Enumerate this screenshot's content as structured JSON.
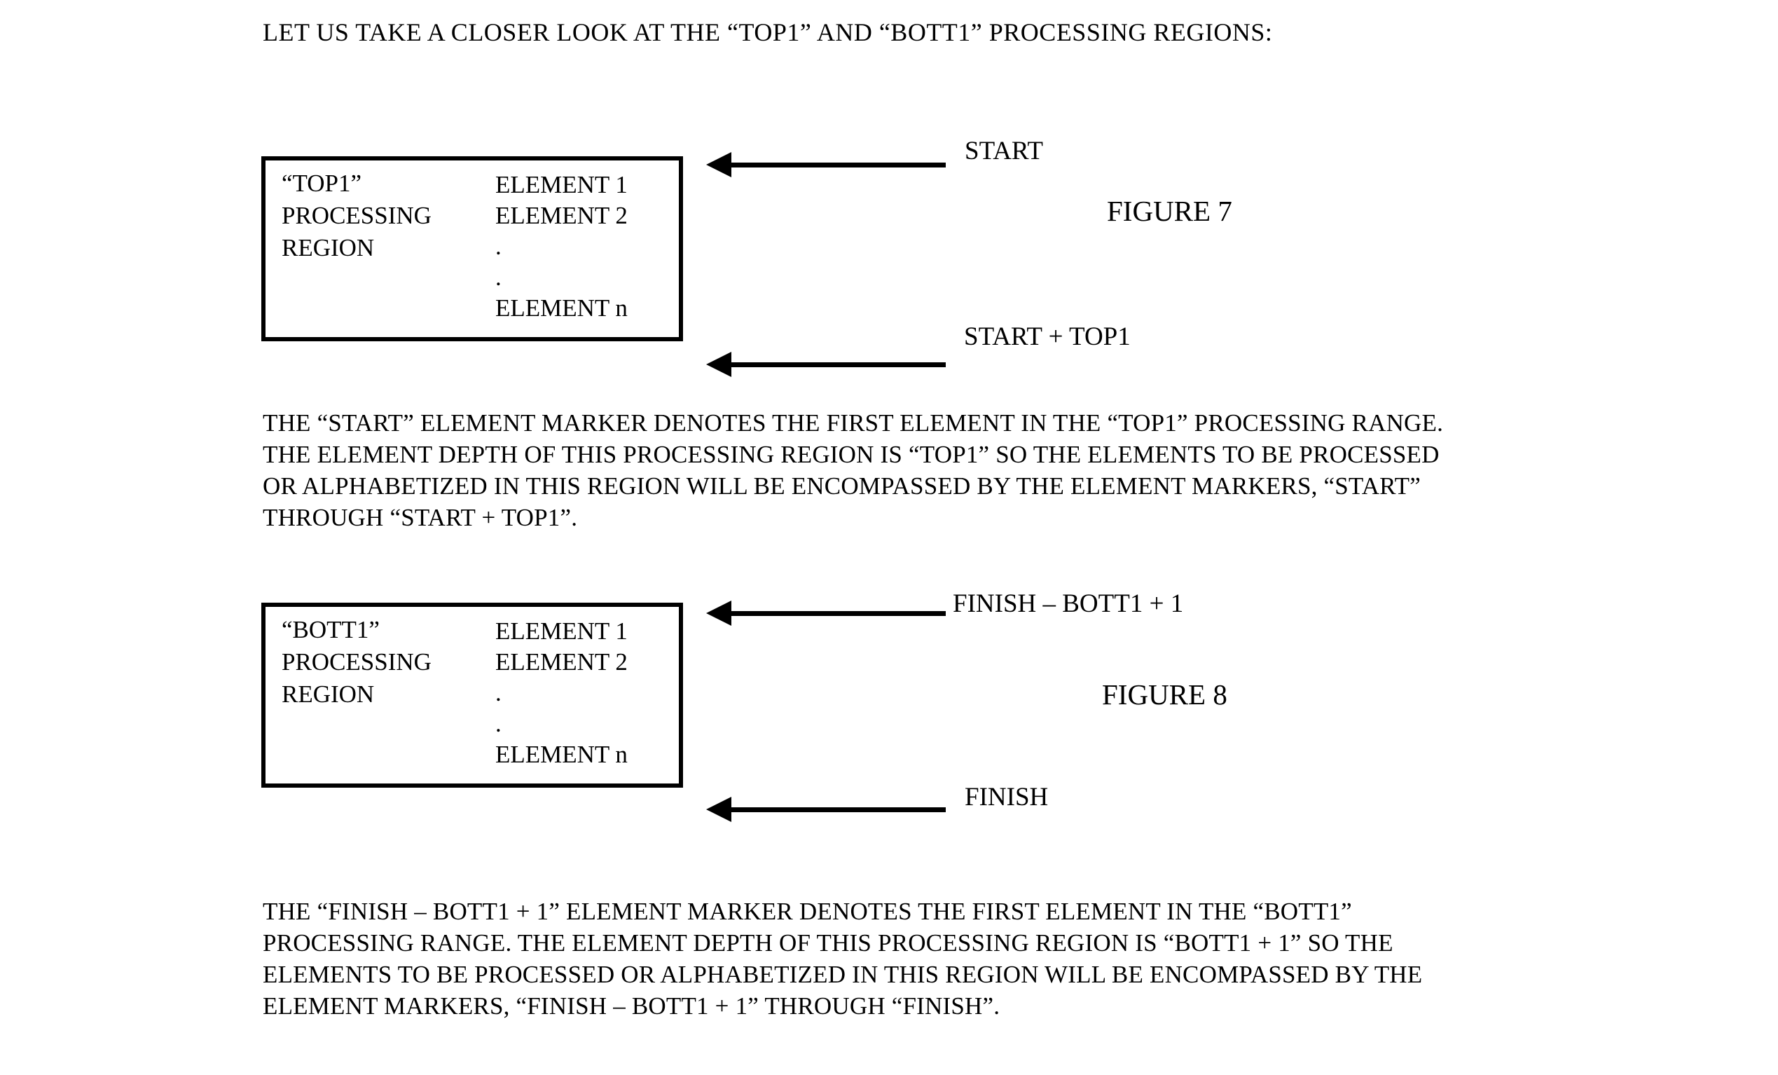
{
  "page": {
    "title": "LET US TAKE A CLOSER LOOK AT THE “TOP1” AND “BOTT1” PROCESSING REGIONS:"
  },
  "figure7": {
    "caption": "FIGURE 7",
    "box": {
      "label": "“TOP1”\nPROCESSING\nREGION",
      "elements": "ELEMENT 1\nELEMENT 2\n.\n.\nELEMENT n"
    },
    "arrow_top_label": "START",
    "arrow_bottom_label": "START + TOP1"
  },
  "paragraph1": "THE “START” ELEMENT MARKER DENOTES THE FIRST ELEMENT IN THE “TOP1” PROCESSING RANGE.\nTHE ELEMENT DEPTH OF THIS PROCESSING REGION IS “TOP1” SO THE ELEMENTS TO BE PROCESSED\nOR ALPHABETIZED IN THIS REGION WILL BE ENCOMPASSED BY THE ELEMENT MARKERS, “START”\nTHROUGH “START + TOP1”.",
  "figure8": {
    "caption": "FIGURE 8",
    "box": {
      "label": "“BOTT1”\nPROCESSING\nREGION",
      "elements": "ELEMENT 1\nELEMENT 2\n.\n.\nELEMENT n"
    },
    "arrow_top_label": "FINISH – BOTT1 + 1",
    "arrow_bottom_label": "FINISH"
  },
  "paragraph2": "THE “FINISH – BOTT1 + 1” ELEMENT MARKER DENOTES THE FIRST ELEMENT IN THE “BOTT1”\nPROCESSING RANGE. THE ELEMENT DEPTH OF THIS PROCESSING REGION IS “BOTT1 + 1” SO THE\nELEMENTS TO BE PROCESSED OR ALPHABETIZED IN THIS REGION WILL BE ENCOMPASSED BY THE\nELEMENT MARKERS, “FINISH – BOTT1 + 1” THROUGH “FINISH”.",
  "colors": {
    "ink": "#000000",
    "paper": "#ffffff"
  }
}
